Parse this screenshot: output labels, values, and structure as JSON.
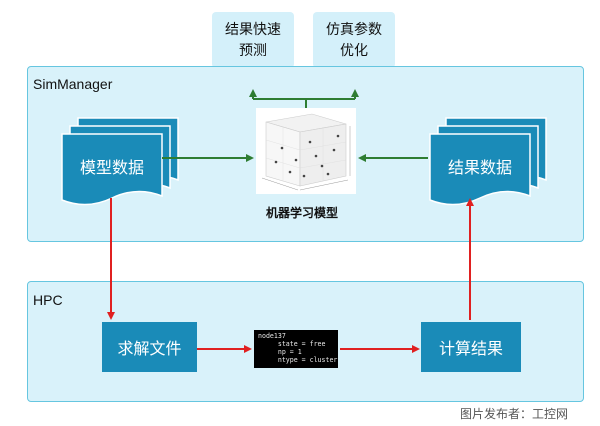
{
  "top_boxes": {
    "prediction": [
      "结果快速",
      "预测"
    ],
    "optimization": [
      "仿真参数",
      "优化"
    ]
  },
  "simmanager": {
    "label": "SimManager",
    "model_data": "模型数据",
    "result_data": "结果数据",
    "ml_model": "机器学习模型"
  },
  "hpc": {
    "label": "HPC",
    "solve_file": "求解文件",
    "compute_result": "计算结果",
    "terminal_lines": [
      "node137",
      "     state = free",
      "     np = 1",
      "     ntype = cluster"
    ]
  },
  "watermark": "图片发布者：工控网",
  "colors": {
    "panel_fill": "#d9f2fa",
    "panel_border": "#66c6e0",
    "node_fill": "#1a8bb8",
    "arrow_green": "#2e7d32",
    "arrow_red": "#e02020"
  }
}
